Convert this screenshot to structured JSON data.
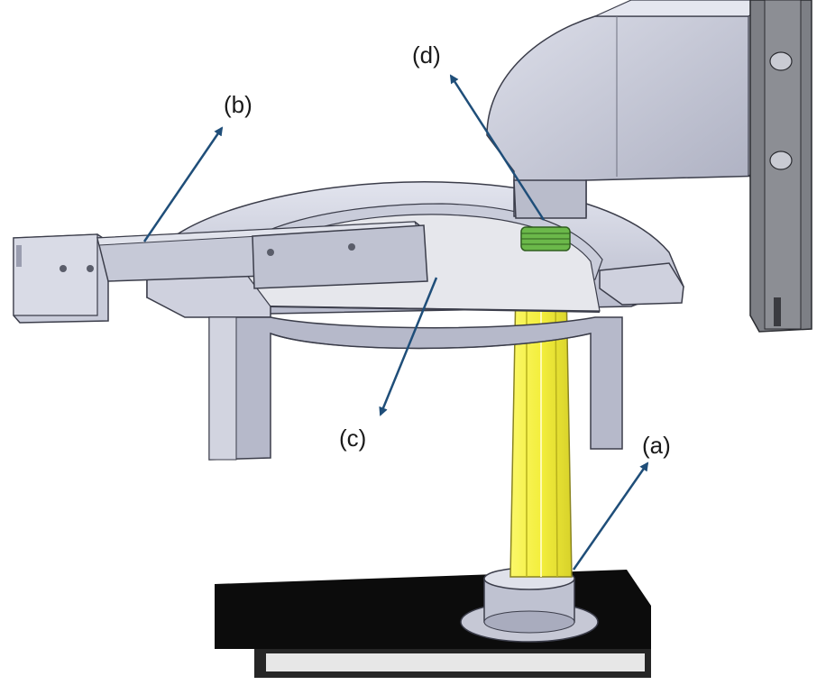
{
  "labels": {
    "a": "(a)",
    "b": "(b)",
    "c": "(c)",
    "d": "(d)"
  },
  "colors": {
    "arrow": "#1f4e79",
    "metal_light": "#d9dbe6",
    "metal_mid": "#b9bccb",
    "metal_dark": "#9a9daf",
    "edge": "#3b3d4a",
    "yellow": "#f5f250",
    "yellow_dark": "#d8d22a",
    "green": "#5fae3c",
    "glass": "#e6e7ec",
    "base": "#0c0c0c"
  }
}
